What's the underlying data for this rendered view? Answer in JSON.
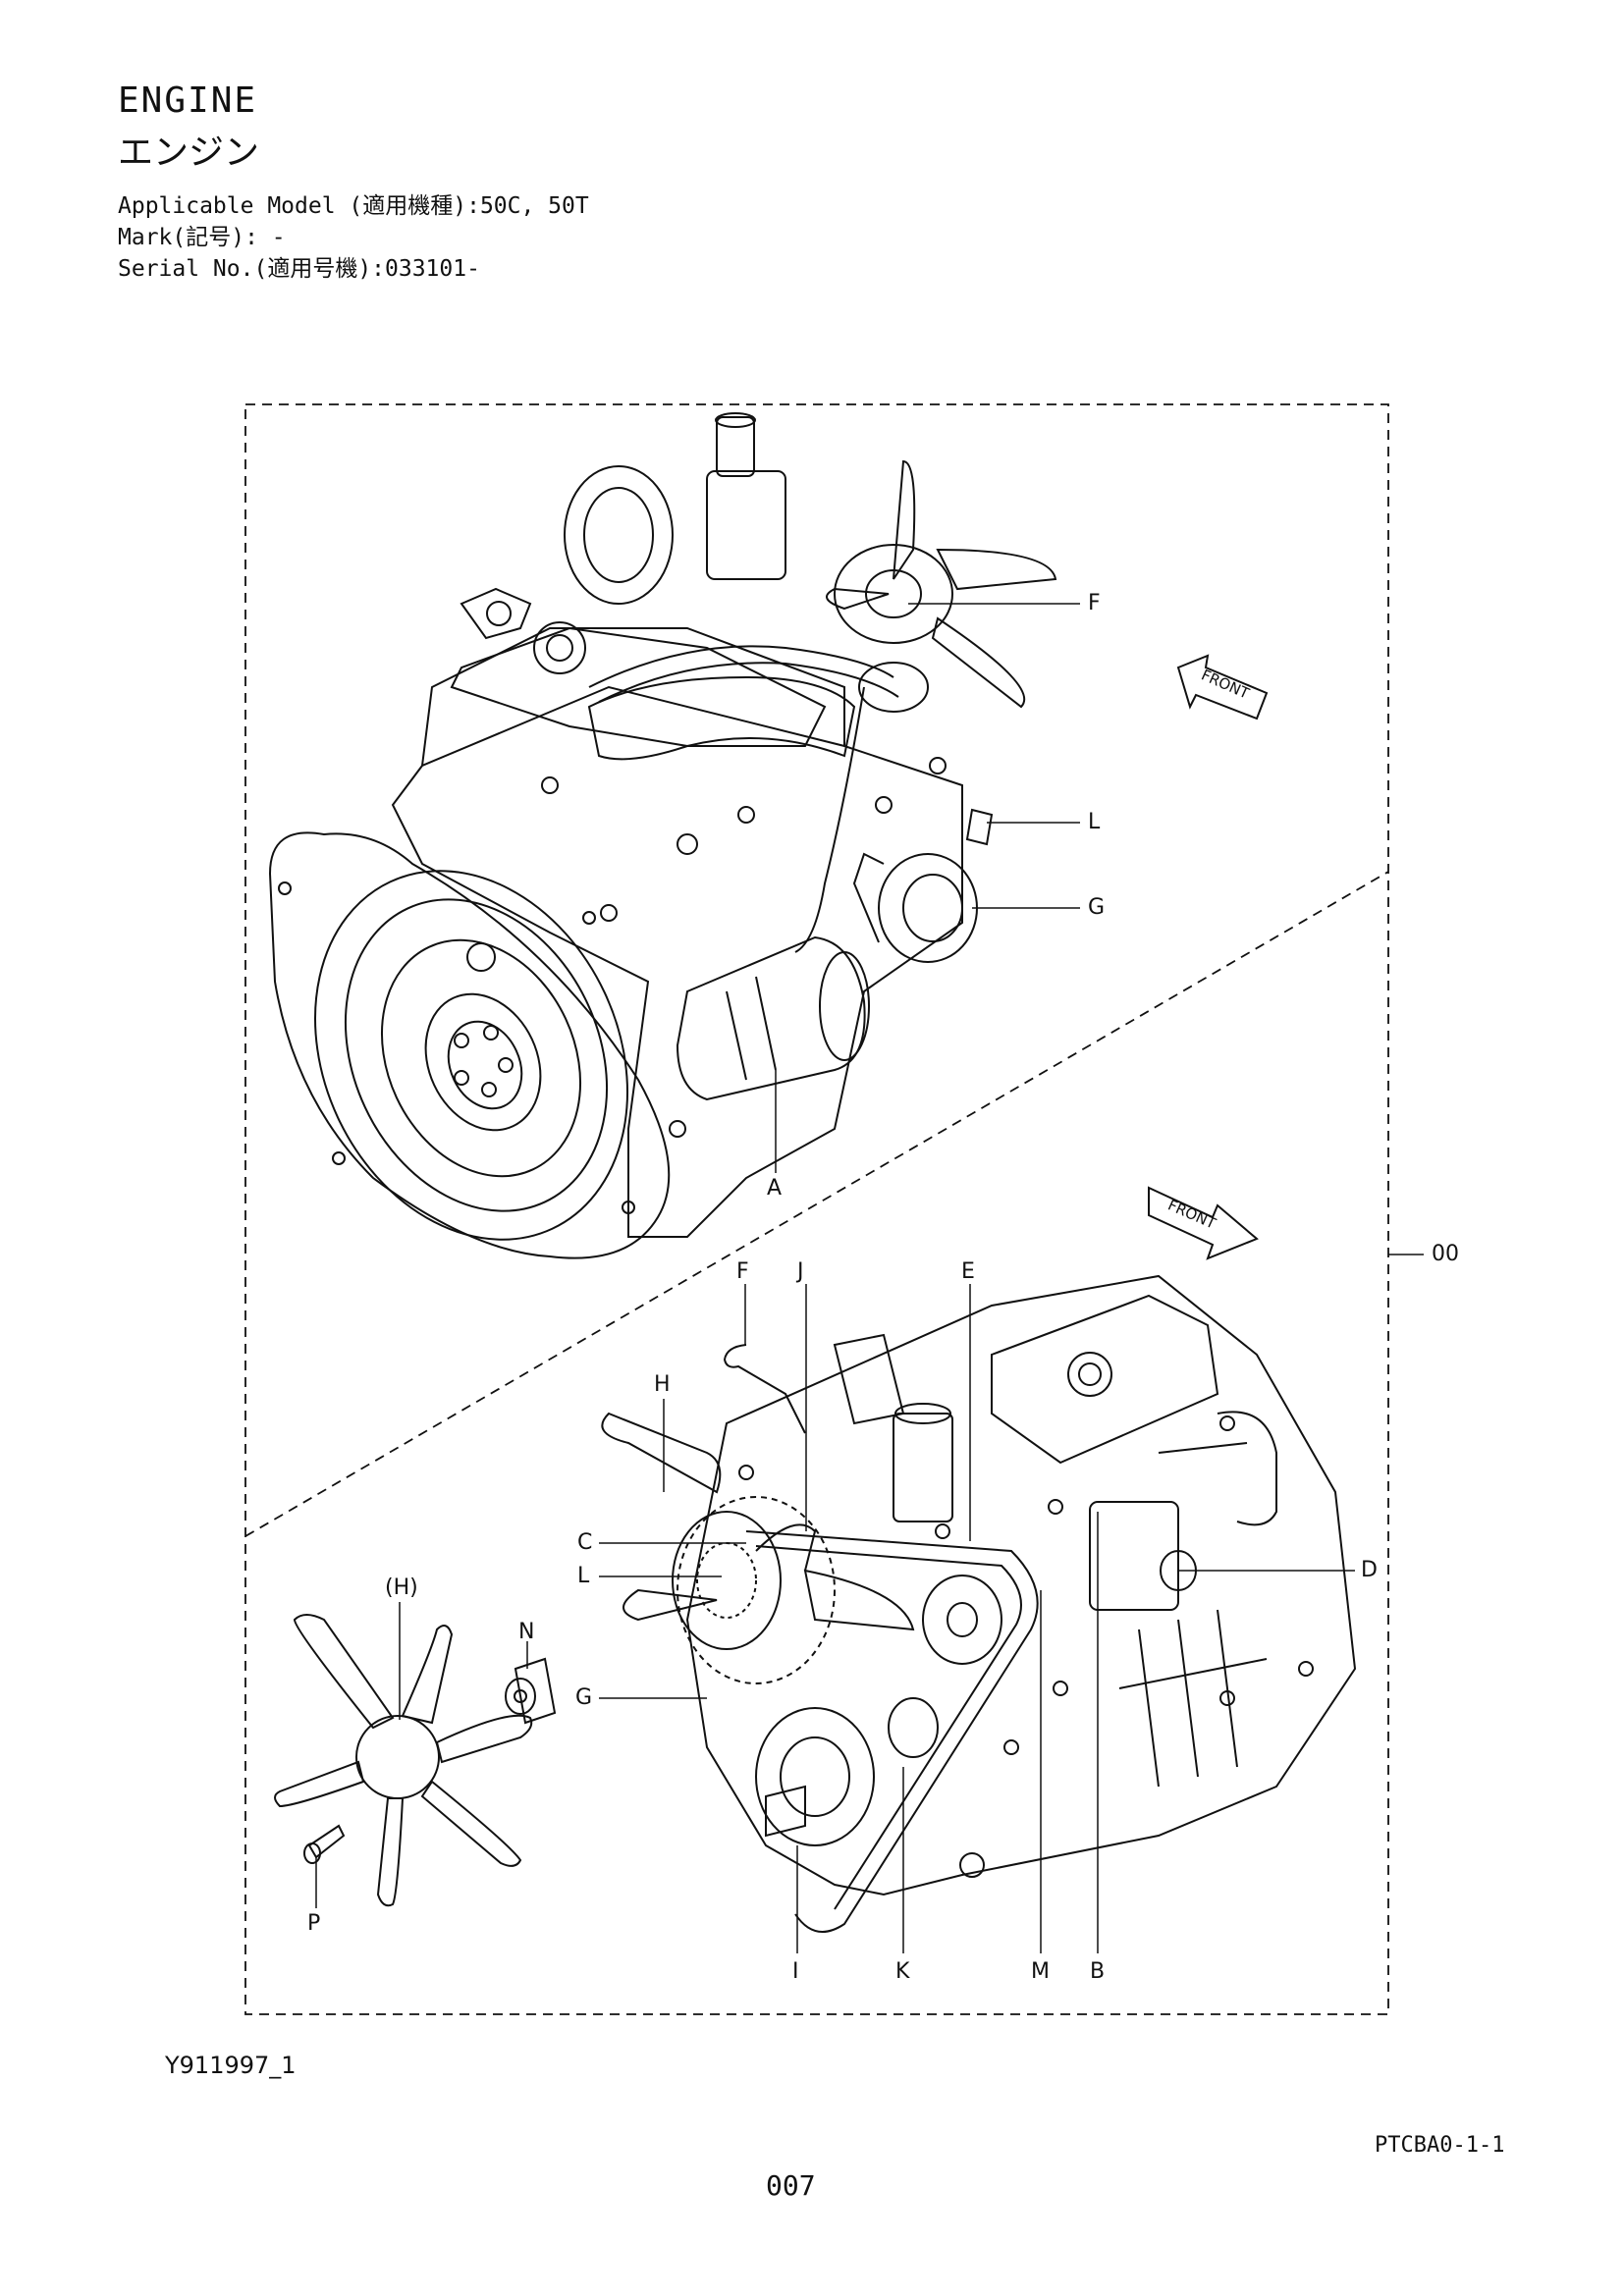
{
  "header": {
    "title_en": "ENGINE",
    "title_jp": "エンジン",
    "applicable_model": "Applicable Model (適用機種):50C, 50T",
    "mark": "Mark(記号): -",
    "serial_no": "Serial No.(適用号機):033101-"
  },
  "diagram": {
    "assembly_ref": "00",
    "front_tag": "FRONT",
    "callouts_top": {
      "F": "F",
      "L": "L",
      "G": "G",
      "A": "A"
    },
    "callouts_bottom": {
      "F": "F",
      "J": "J",
      "E": "E",
      "H": "H",
      "C": "C",
      "L": "L",
      "G": "G",
      "D": "D",
      "I": "I",
      "K": "K",
      "M": "M",
      "B": "B"
    },
    "callouts_fan": {
      "H": "(H)",
      "N": "N",
      "P": "P"
    }
  },
  "footer": {
    "figure_id": "Y911997_1",
    "page_code": "PTCBA0-1-1",
    "page_number": "007"
  }
}
